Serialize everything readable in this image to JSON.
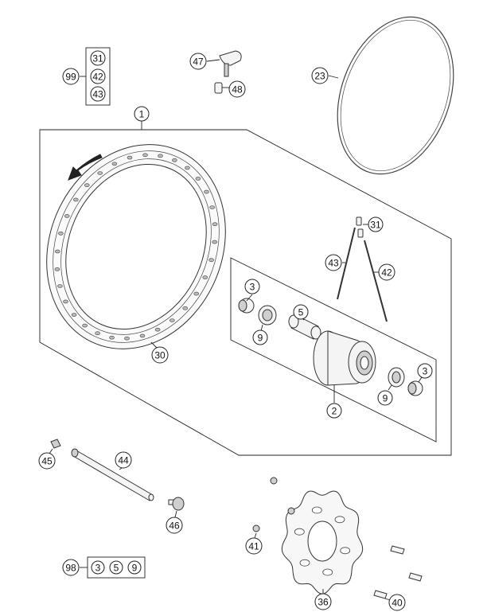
{
  "callouts": {
    "c1": "1",
    "c2": "2",
    "c3a": "3",
    "c3b": "3",
    "c5": "5",
    "c9a": "9",
    "c9b": "9",
    "c23": "23",
    "c30": "30",
    "c31a": "31",
    "c31b": "31",
    "c36": "36",
    "c40": "40",
    "c41": "41",
    "c42a": "42",
    "c42b": "42",
    "c43a": "43",
    "c43b": "43",
    "c44": "44",
    "c45": "45",
    "c46": "46",
    "c47": "47",
    "c48": "48",
    "c98": "98",
    "c99": "99",
    "k98_3": "3",
    "k98_5": "5",
    "k98_9": "9"
  }
}
